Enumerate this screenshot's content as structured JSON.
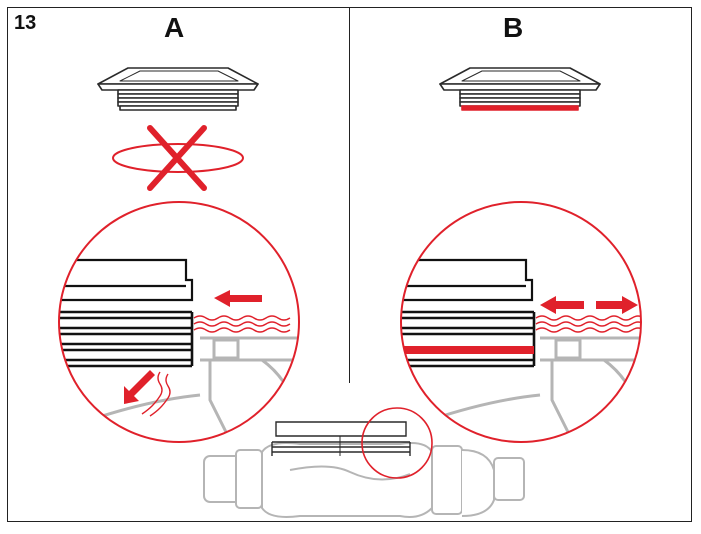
{
  "figure": {
    "step_number": "13",
    "panel_a_label": "A",
    "panel_b_label": "B"
  },
  "colors": {
    "line": "#2a2a2a",
    "faint": "#b5b5b5",
    "accent": "#e0212b"
  },
  "icons": {
    "panel_a": [
      "drain-grate-icon",
      "wrong-x-icon",
      "rotation-ellipse-icon",
      "detail-magnifier-circle",
      "wavy-water-icon",
      "arrow-left-icon",
      "arrow-down-left-icon"
    ],
    "panel_b": [
      "drain-grate-icon",
      "detail-magnifier-circle",
      "wavy-water-icon",
      "sealing-ring-highlight",
      "arrow-left-icon",
      "arrow-right-icon"
    ],
    "bottom": [
      "drain-body-icon",
      "detail-callout-circle"
    ]
  }
}
